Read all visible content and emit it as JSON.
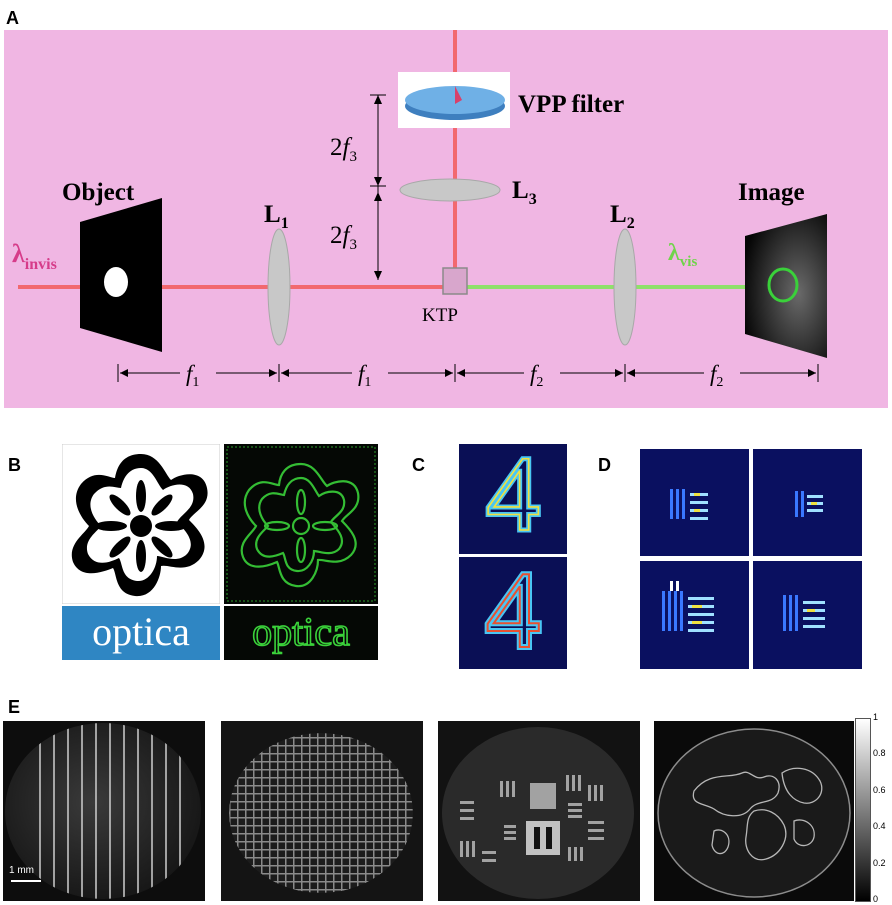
{
  "panels": {
    "a": {
      "letter": "A",
      "labels": {
        "vpp_filter": "VPP filter",
        "object": "Object",
        "image": "Image",
        "ktp": "KTP",
        "lambda_invis_main": "λ",
        "lambda_invis_sub": "invis",
        "lambda_vis_main": "λ",
        "lambda_vis_sub": "vis",
        "l1_main": "L",
        "l1_sub": "1",
        "l2_main": "L",
        "l2_sub": "2",
        "l3_main": "L",
        "l3_sub": "3",
        "two_f3_a": "2",
        "f3_a_main": "f",
        "f3_a_sub": "3",
        "two_f3_b": "2",
        "f3_b_main": "f",
        "f3_b_sub": "3",
        "dist1_main": "f",
        "dist1_sub": "1",
        "dist2_main": "f",
        "dist2_sub": "1",
        "dist3_main": "f",
        "dist3_sub": "2",
        "dist4_main": "f",
        "dist4_sub": "2"
      },
      "colors": {
        "background": "#f0b6e3",
        "invisible_beam": "#f2686f",
        "visible_beam": "#8fe06a",
        "lens": "#c8c8c8",
        "vpp": "#5b9bd5",
        "lambda_invis": "#d63c8a",
        "lambda_vis": "#6fd44a"
      }
    },
    "b": {
      "letter": "B",
      "optica_original": "optica",
      "optica_imaged": "optica",
      "colors": {
        "optica_bg": "#2f86c3",
        "green": "#3ad13a"
      }
    },
    "c": {
      "letter": "C",
      "digit_top": "4",
      "digit_bottom": "4"
    },
    "d": {
      "letter": "D"
    },
    "e": {
      "letter": "E",
      "scale_bar": "1 mm",
      "colorbar_ticks": [
        "1",
        "0.8",
        "0.6",
        "0.4",
        "0.2",
        "0"
      ]
    }
  }
}
